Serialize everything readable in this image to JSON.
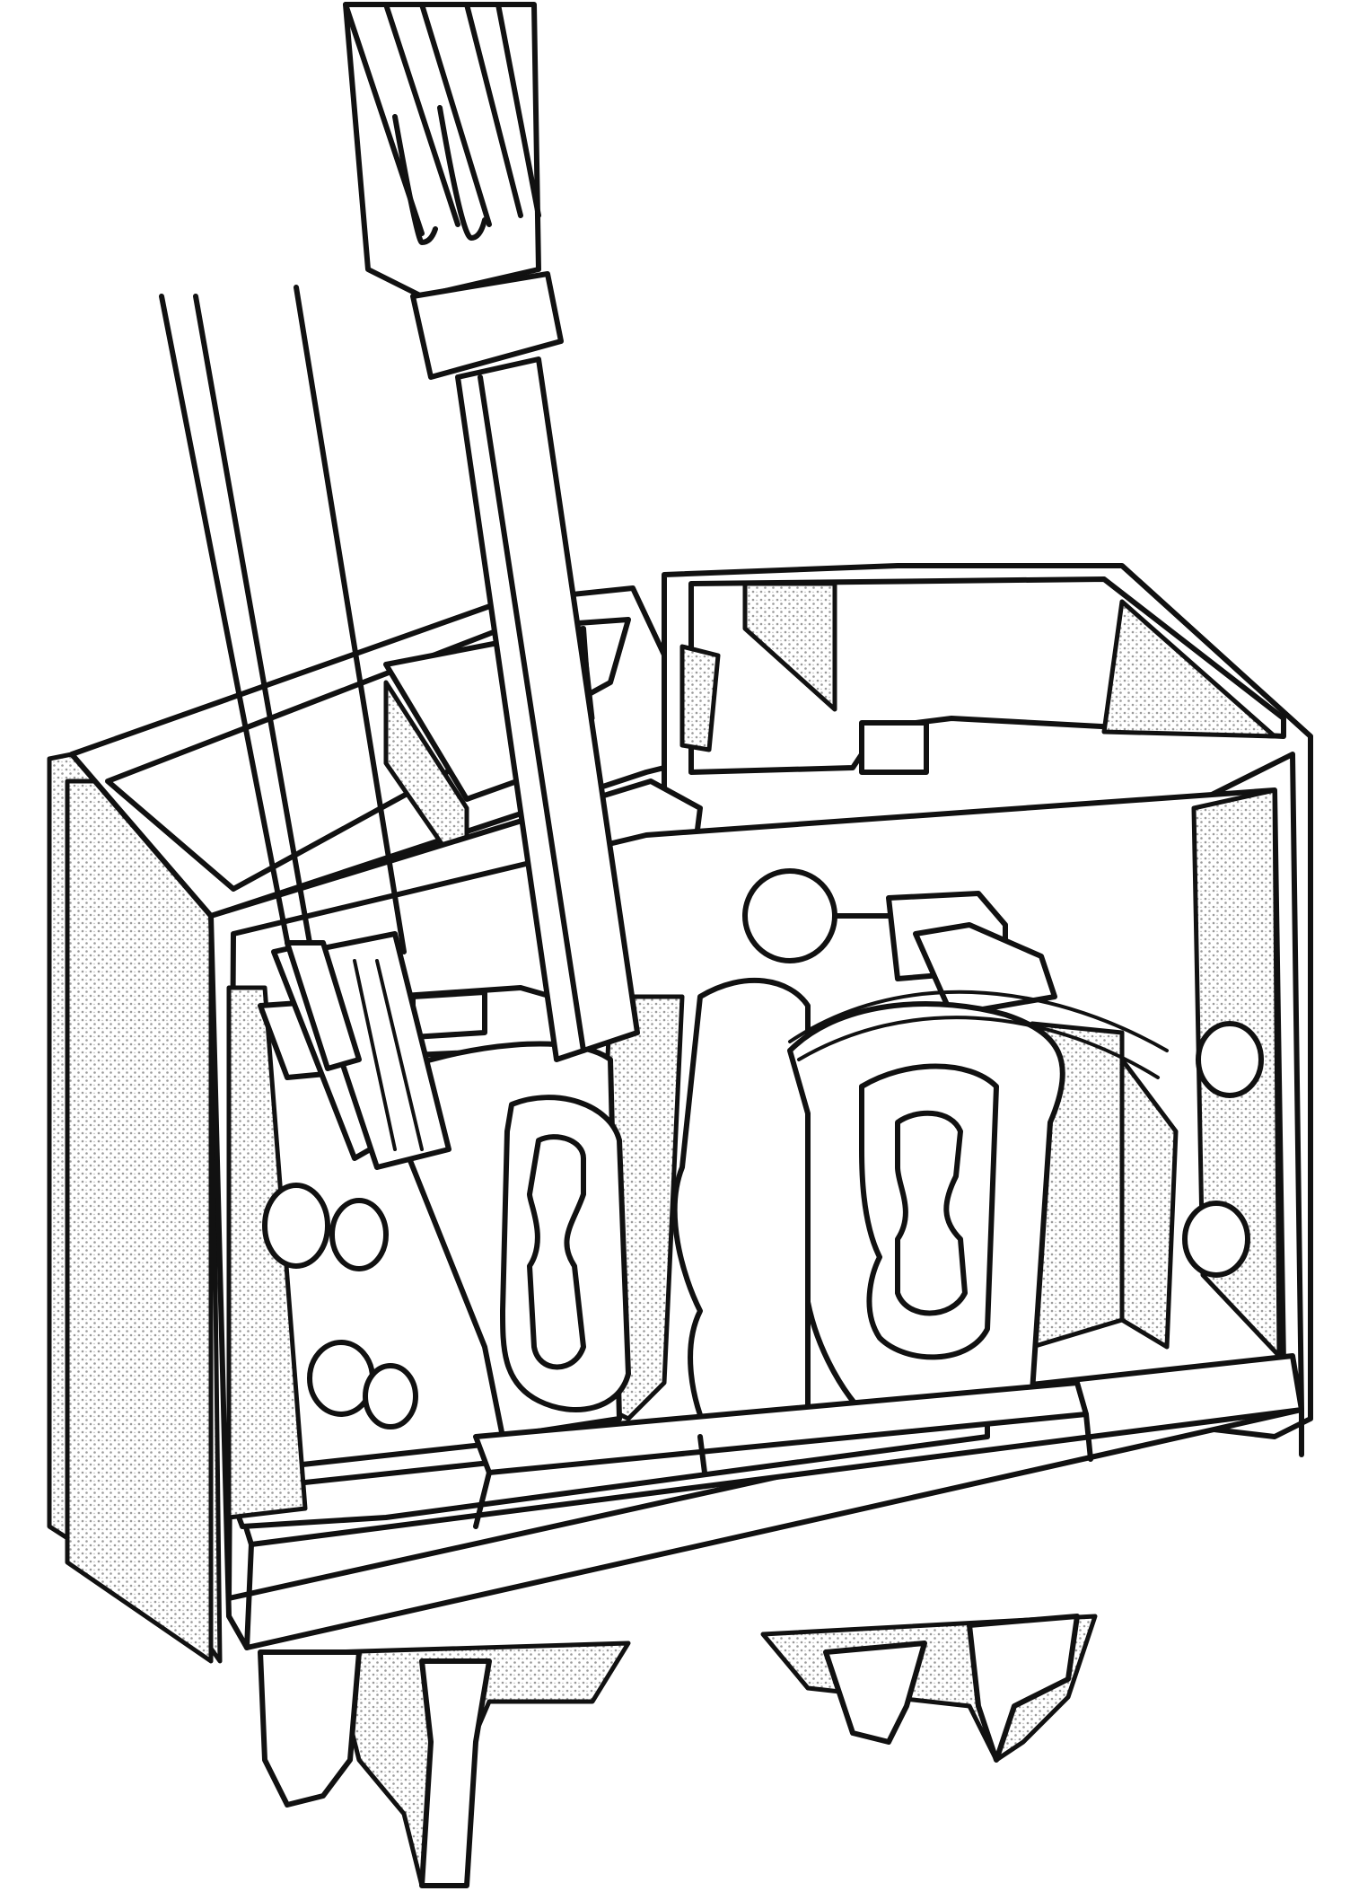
{
  "figure": {
    "parts": [
      "screwdriver",
      "conductor",
      "terminal-housing",
      "entry-hole-left",
      "entry-hole-right",
      "cage-clamp-left",
      "cage-clamp-right",
      "busbar",
      "mounting-foot-left",
      "mounting-foot-right"
    ],
    "colors": {
      "line": "#111111",
      "stipple": "#9a9a9a",
      "background": "#ffffff"
    }
  }
}
